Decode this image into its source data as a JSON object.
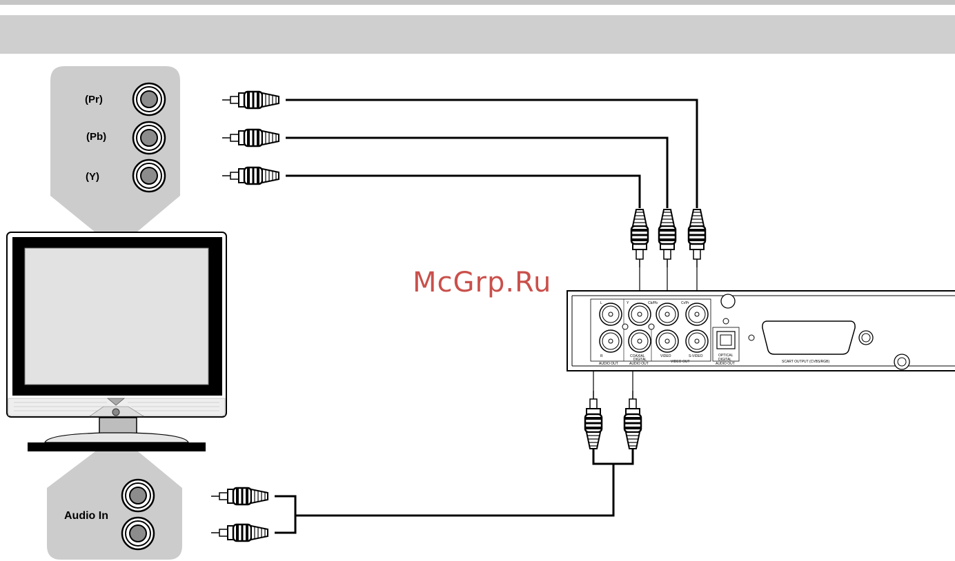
{
  "page": {
    "top_bar_color": "#c6c6c6",
    "header_band_color": "#cfcfcf"
  },
  "tv_video_inputs": {
    "labels": [
      "(Pr)",
      "(Pb)",
      "(Y)"
    ]
  },
  "tv_audio_inputs": {
    "label": "Audio In"
  },
  "watermark": {
    "text": "McGrp.Ru",
    "color": "#c9504b"
  },
  "player_panel": {
    "jack_labels": {
      "audio_l": "L",
      "audio_r": "R",
      "y": "Y",
      "cb_pb": "Cb/Pb",
      "cr_pr": "Cr/Pr",
      "coaxial": "COAXIAL",
      "video": "VIDEO",
      "s_video": "S-VIDEO",
      "optical": "OPTICAL"
    },
    "group_labels": {
      "audio_out": "AUDIO OUT",
      "digital_audio_out_1": "DIGITAL",
      "digital_audio_out_2": "AUDIO OUT",
      "video_out": "VIDEO OUT",
      "digital_audio_out_3": "DIGITAL",
      "digital_audio_out_4": "AUDIO OUT",
      "scart": "SCART OUTPUT (CVBS/RGB)"
    }
  },
  "colors": {
    "cable": "#000000",
    "panel_gray": "#cccccc",
    "jack_core": "#8c8c8c"
  }
}
